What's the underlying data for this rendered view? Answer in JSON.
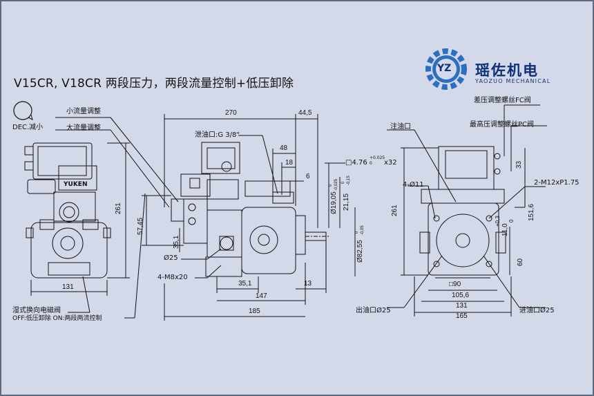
{
  "title": "V15CR, V18CR 两段压力，两段流量控制+低压卸除",
  "logo": {
    "name_cn": "瑶佐机电",
    "name_en": "YAOZUO MECHANICAL",
    "badge_text": "YZ"
  },
  "rotation": {
    "label": "DEC.减小"
  },
  "left_view": {
    "labels": {
      "small_flow": "小流量调整",
      "large_flow": "大流量调整",
      "solenoid_valve": "湿式换向电磁阀",
      "solenoid_states": "OFF:低压卸除  ON:两段两流控制",
      "nameplate": "YUKEN"
    },
    "dims": {
      "height": "261",
      "width": "131"
    }
  },
  "middle_view": {
    "labels": {
      "drain_port": "泄油口:G 3/8\"",
      "keyway": "□4.76",
      "keyway_tol_upper": "+0.025",
      "keyway_tol_lower": "0",
      "keyway_len": "x32",
      "bolts": "4-M8x20",
      "port": "Ø25"
    },
    "dims": {
      "top_width": "270",
      "top_right": "44,5",
      "d48": "48",
      "d18": "18",
      "d6": "6",
      "d57": "57,45",
      "d35v": "35,1",
      "d35h": "35,1",
      "d13": "13",
      "d147": "147",
      "d185": "185"
    },
    "shaft": {
      "d19": "Ø19,05",
      "d19_tol_upper": "0",
      "d19_tol_lower": "-0,025",
      "d21": "21,15",
      "d21_tol_upper": "0",
      "d21_tol_lower": "-0,15",
      "d82": "Ø82,55",
      "d82_tol_upper": "0",
      "d82_tol_lower": "-0,05"
    }
  },
  "right_view": {
    "labels": {
      "oil_fill": "注油口",
      "diff_screw": "差压调整螺丝FC阀",
      "max_screw": "最高压调整螺丝PC阀",
      "mount_holes": "4-Ø11",
      "thread": "2-M12xP1.75",
      "outlet": "出油口Ø25",
      "inlet": "进油口Ø25"
    },
    "dims": {
      "height": "261",
      "d33": "33",
      "d151": "151,6",
      "d0_3": "+0,3",
      "d11": "11,0",
      "d0_0": "0",
      "d60": "60",
      "sq90": "□90",
      "d105": "105,6",
      "d131": "131",
      "d165": "165"
    }
  },
  "colors": {
    "background": "#d3d9e9",
    "line": "#111111",
    "logo": "#0f2f78",
    "gear": "#2c6fbf"
  }
}
